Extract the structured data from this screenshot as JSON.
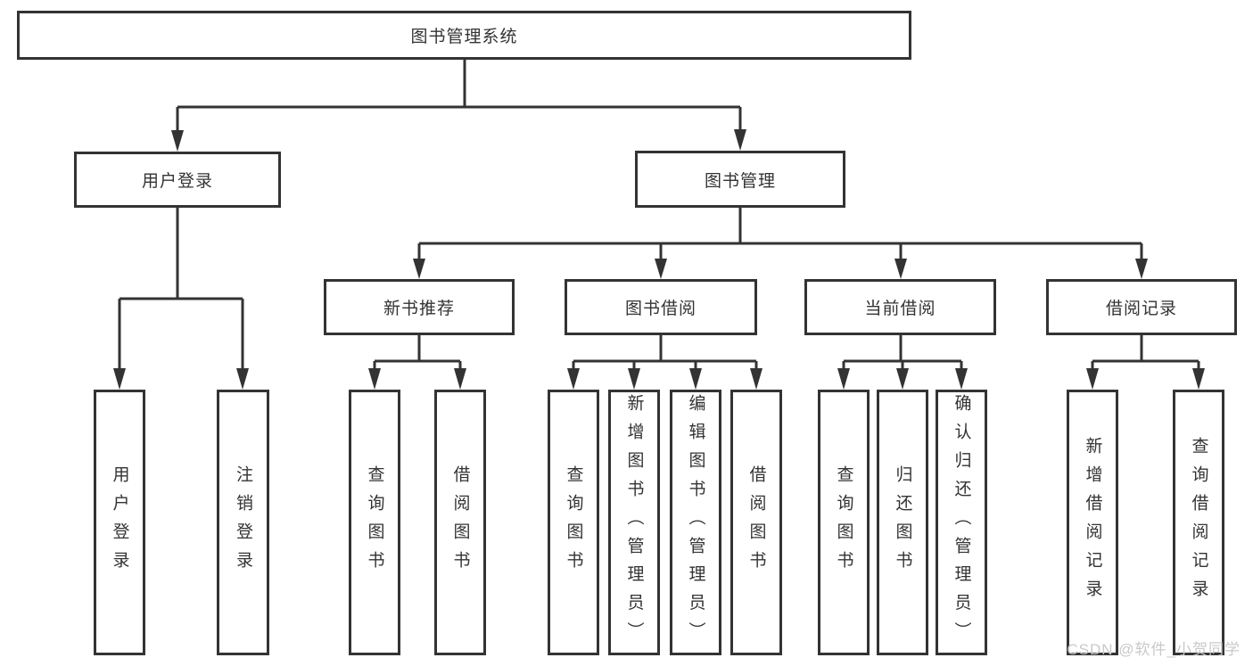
{
  "diagram": {
    "title": "图书管理系统",
    "root": {
      "label": "图书管理系统"
    },
    "branches": [
      {
        "label": "用户登录",
        "leaves": [
          "用户登录",
          "注销登录"
        ]
      },
      {
        "label": "图书管理",
        "groups": [
          {
            "label": "新书推荐",
            "leaves": [
              "查询图书",
              "借阅图书"
            ]
          },
          {
            "label": "图书借阅",
            "leaves": [
              "查询图书",
              "新增图书（管理员）",
              "编辑图书（管理员）",
              "借阅图书"
            ]
          },
          {
            "label": "当前借阅",
            "leaves": [
              "查询图书",
              "归还图书",
              "确认归还（管理员）"
            ]
          },
          {
            "label": "借阅记录",
            "leaves": [
              "新增借阅记录",
              "查询借阅记录"
            ]
          }
        ]
      }
    ]
  },
  "watermark": {
    "text": "CSDN @软件_小贺同学"
  },
  "colors": {
    "line": "#333333",
    "box_border": "#333333",
    "text": "#333333",
    "watermark": "#c9c9c9",
    "background": "#ffffff"
  }
}
